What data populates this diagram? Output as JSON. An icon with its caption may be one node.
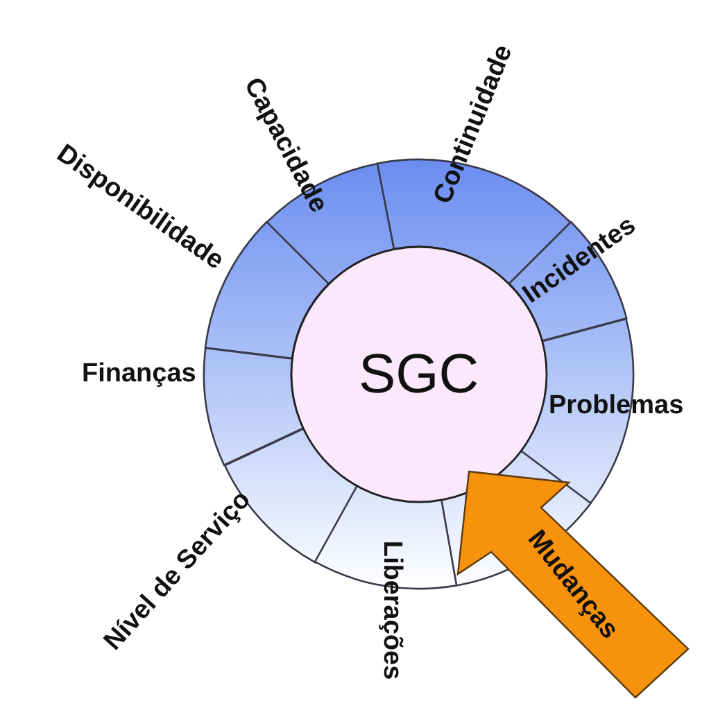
{
  "diagram": {
    "nodes": [
      {
        "text": [
          "Capacidade"
        ]
      },
      {
        "text": [
          "Continuidade"
        ]
      },
      {
        "text": [
          "Disponibilidade"
        ]
      },
      {
        "text": [
          "Incidentes"
        ]
      },
      {
        "text": [
          "Finanças"
        ]
      },
      {
        "text": [
          "SGC"
        ]
      },
      {
        "text": [
          "Problemas"
        ]
      },
      {
        "text": [],
        "shape": "box"
      },
      {
        "text": [
          "Nível de Serviço"
        ]
      },
      {
        "text": [
          "Liberações"
        ]
      },
      {
        "text": [
          "Mudanças"
        ]
      }
    ]
  }
}
